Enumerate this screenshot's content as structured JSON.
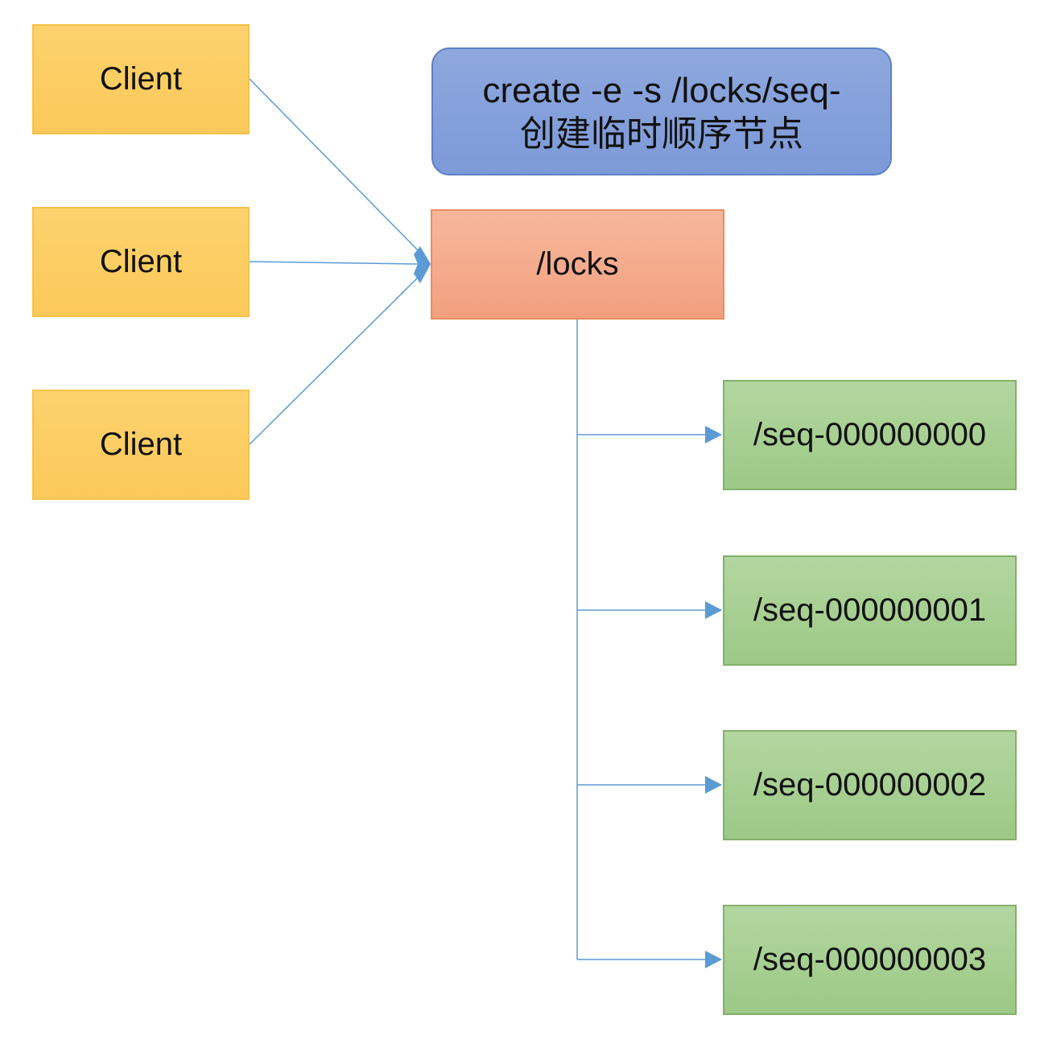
{
  "clients": [
    {
      "label": "Client"
    },
    {
      "label": "Client"
    },
    {
      "label": "Client"
    }
  ],
  "command": {
    "line1": "create -e -s /locks/seq-",
    "line2": "创建临时顺序节点"
  },
  "locks_node": {
    "label": "/locks"
  },
  "seq_nodes": [
    {
      "label": "/seq-000000000"
    },
    {
      "label": "/seq-000000001"
    },
    {
      "label": "/seq-000000002"
    },
    {
      "label": "/seq-000000003"
    }
  ],
  "colors": {
    "client_fill": "#fbc95a",
    "command_fill": "#7d9ad8",
    "locks_fill": "#f2a07f",
    "seq_fill": "#9cc985",
    "connector": "#5b9bd5"
  }
}
